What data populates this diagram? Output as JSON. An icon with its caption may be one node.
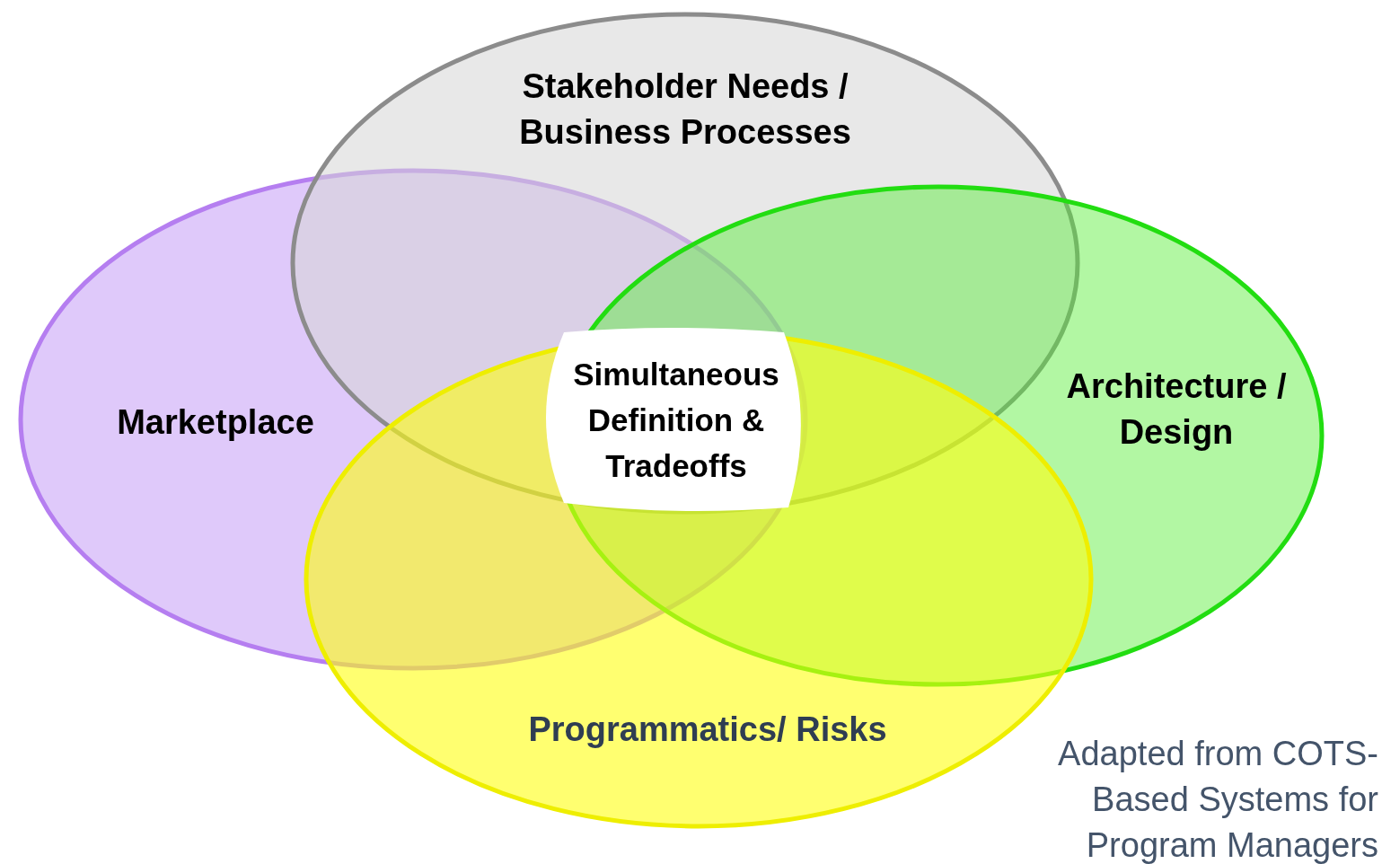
{
  "diagram": {
    "caption": "Adapted from COTS-Based Systems for Program Managers",
    "nodes": [
      {
        "text": [
          "Stakeholder Needs / Business Processes"
        ]
      },
      {
        "text": [
          "Marketplace"
        ]
      },
      {
        "text": [
          "Architecture / Design"
        ]
      },
      {
        "text": [
          "Simultaneous Definition & Tradeoffs"
        ]
      },
      {
        "text": [
          "Programmatics/ Risks"
        ]
      }
    ]
  }
}
